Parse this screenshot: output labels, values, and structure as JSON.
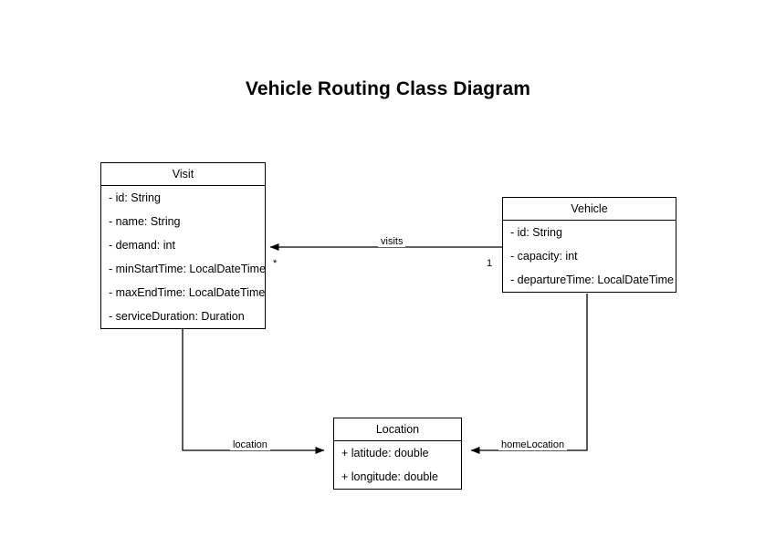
{
  "title": "Vehicle Routing Class Diagram",
  "colors": {
    "background": "#ffffff",
    "stroke": "#000000",
    "text": "#000000",
    "box_fill": "#ffffff"
  },
  "classes": [
    {
      "id": "visit",
      "name": "Visit",
      "attributes": [
        "- id: String",
        "- name: String",
        "- demand: int",
        "- minStartTime: LocalDateTime",
        "- maxEndTime: LocalDateTime",
        "- serviceDuration: Duration"
      ]
    },
    {
      "id": "vehicle",
      "name": "Vehicle",
      "attributes": [
        "- id: String",
        "- capacity: int",
        "- departureTime: LocalDateTime"
      ]
    },
    {
      "id": "location",
      "name": "Location",
      "attributes": [
        "+ latitude: double",
        "+ longitude: double"
      ]
    }
  ],
  "relationships": [
    {
      "id": "vehicle-visits",
      "label": "visits",
      "source": "Vehicle",
      "target": "Visit",
      "source_multiplicity": "1",
      "target_multiplicity": "*",
      "arrow": "open-directed"
    },
    {
      "id": "visit-location",
      "label": "location",
      "source": "Visit",
      "target": "Location",
      "source_multiplicity": "",
      "target_multiplicity": "",
      "arrow": "open-directed"
    },
    {
      "id": "vehicle-homelocation",
      "label": "homeLocation",
      "source": "Vehicle",
      "target": "Location",
      "source_multiplicity": "",
      "target_multiplicity": "",
      "arrow": "open-directed"
    }
  ]
}
